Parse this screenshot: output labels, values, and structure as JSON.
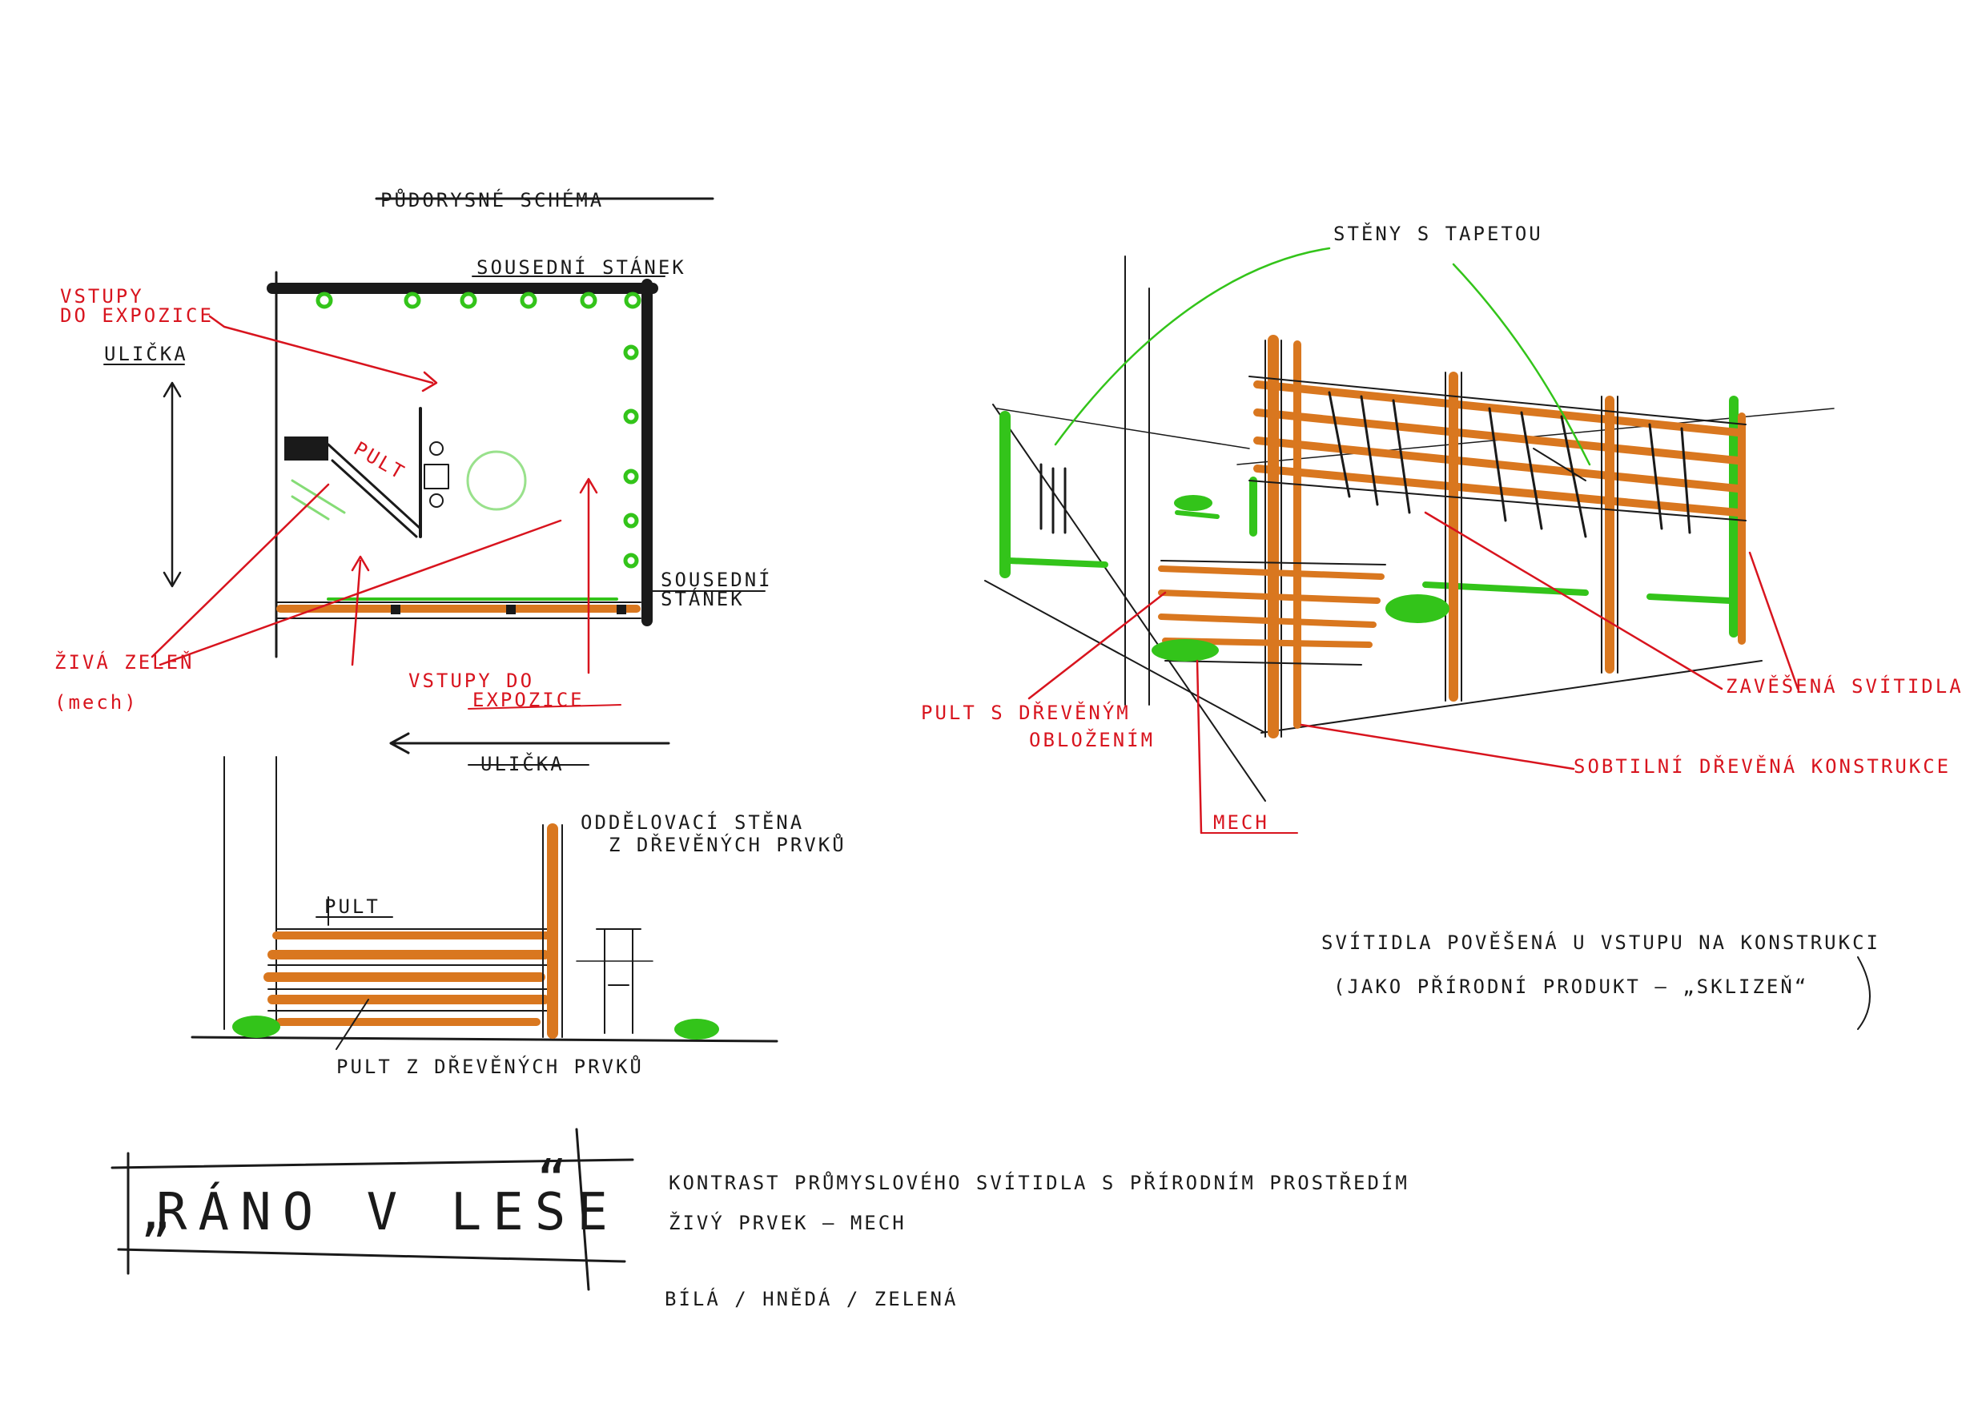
{
  "colors": {
    "ink": "#1a1a1a",
    "annotation": "#d8141e",
    "moss": "#33c41a",
    "wood": "#d9771f"
  },
  "plan": {
    "title": "PŮDORYSNÉ SCHÉMA",
    "neighbor_top": "SOUSEDNÍ STÁNEK",
    "neighbor_right_line1": "SOUSEDNÍ",
    "neighbor_right_line2": "STÁNEK",
    "entries_left_line1": "VSTUPY",
    "entries_left_line2": "DO EXPOZICE",
    "street_left": "ULIČKA",
    "counter": "PULT",
    "live_green_line1": "ŽIVÁ ZELEŇ",
    "live_green_line2": "(mech)",
    "entries_bottom_line1": "VSTUPY DO",
    "entries_bottom_line2": "EXPOZICE",
    "street_bottom": "ULIČKA"
  },
  "elevation": {
    "counter": "PULT",
    "divider_line1": "ODDĚLOVACÍ STĚNA",
    "divider_line2": "Z DŘEVĚNÝCH PRVKŮ",
    "counter_from_wood": "PULT Z DŘEVĚNÝCH PRVKŮ"
  },
  "perspective": {
    "walls_with_wallpaper": "STĚNY S TAPETOU",
    "counter_line1": "PULT S DŘEVĚNÝM",
    "counter_line2": "OBLOŽENÍM",
    "moss": "MECH",
    "suspended_lights": "ZAVĚŠENÁ SVÍTIDLA",
    "wooden_structure": "SOBTILNÍ DŘEVĚNÁ KONSTRUKCE"
  },
  "notes": {
    "line1": "SVÍTIDLA POVĚŠENÁ U VSTUPU NA KONSTRUKCI",
    "line2": "(JAKO PŘÍRODNÍ PRODUKT — „SKLIZEŇ“"
  },
  "concept": {
    "title": "RÁNO V LESE",
    "quote_open": "„",
    "quote_close": "“",
    "contrast": "KONTRAST PRŮMYSLOVÉHO SVÍTIDLA S PŘÍRODNÍM PROSTŘEDÍM",
    "living_element": "ŽIVÝ PRVEK — MECH",
    "palette": "BÍLÁ / HNĚDÁ / ZELENÁ"
  }
}
